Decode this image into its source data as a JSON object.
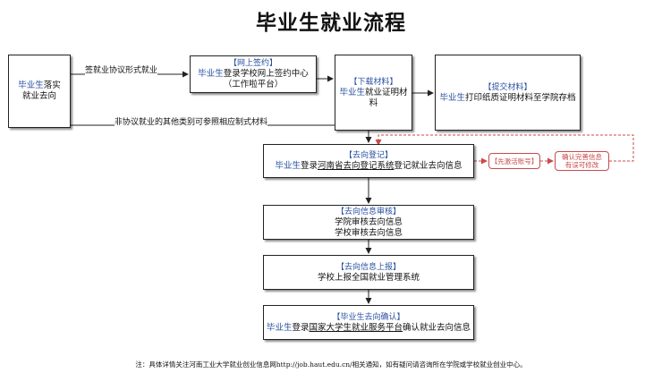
{
  "title": "毕业生就业流程",
  "start_box": {
    "l1_a": "毕业生",
    "l1_b": "落实",
    "l2": "就业去向"
  },
  "edge_labels": {
    "agreement": "签就业协议形式就业",
    "non_agreement": "非协议就业的其他类别可参照相应制式材料"
  },
  "online_sign": {
    "header": "【网上签约】",
    "l1_a": "毕业生",
    "l1_b": "登录学校网上签约中心",
    "l2": "（工作啦平台）"
  },
  "download": {
    "header": "【下载材料】",
    "l1_a": "毕业生",
    "l1_b": "就业证明材料"
  },
  "submit": {
    "header": "【提交材料】",
    "l1_a": "毕业生",
    "l1_b": "打印纸质证明材料至学院存档"
  },
  "register": {
    "header": "【去向登记】",
    "l1_a": "毕业生",
    "l1_b": "登录",
    "l1_c": "河南省去向登记系统",
    "l1_d": "登记就业去向信息"
  },
  "activate": "【先激活账号】",
  "confirm_edit": {
    "l1": "确认完善信息",
    "l2": "有误可修改"
  },
  "review": {
    "header": "【去向信息审核】",
    "l1": "学院审核去向信息",
    "l2": "学校审核去向信息"
  },
  "report": {
    "header": "【去向信息上报】",
    "l1": "学校上报全国就业管理系统"
  },
  "confirm": {
    "header": "【毕业生去向确认】",
    "l1_a": "毕业生",
    "l1_b": "登录",
    "l1_c": "国家大学生就业服务平台",
    "l1_d": "确认就业去向信息"
  },
  "footnote": "注：具体详情关注河南工业大学就业创业信息网http://job.haut.edu.cn/相关通知，如有疑问请咨询所在学院或学校就业创业中心。",
  "colors": {
    "blue_text": "#2a50a0",
    "red_dashed": "#c84b4b",
    "line": "#222222"
  }
}
